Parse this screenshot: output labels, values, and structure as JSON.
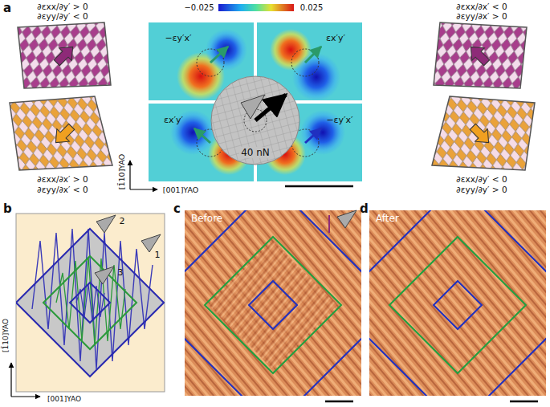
{
  "diagram": {
    "nodes": [
      {
        "text": [
          "40 nN"
        ]
      }
    ],
    "labels": [
      "a",
      "∂εxx/∂y′ > 0",
      "∂εyy/∂y′ < 0",
      "∂εxx/∂x′ > 0",
      "∂εyy/∂x′ < 0",
      "−0.025",
      "0.025",
      "−εy′x′",
      "εx′y′",
      "εx′y′",
      "−εy′x′",
      "∂εxx/∂x′ < 0",
      "∂εyy/∂x′ > 0",
      "∂εxx/∂y′ < 0",
      "∂εyy/∂y′ > 0",
      "[1̄10]YAO",
      "[001]YAO",
      "b",
      "1",
      "2",
      "3",
      "[1̄10]YAO",
      "[001]YAO",
      "c",
      "Before",
      "d",
      "After"
    ]
  }
}
